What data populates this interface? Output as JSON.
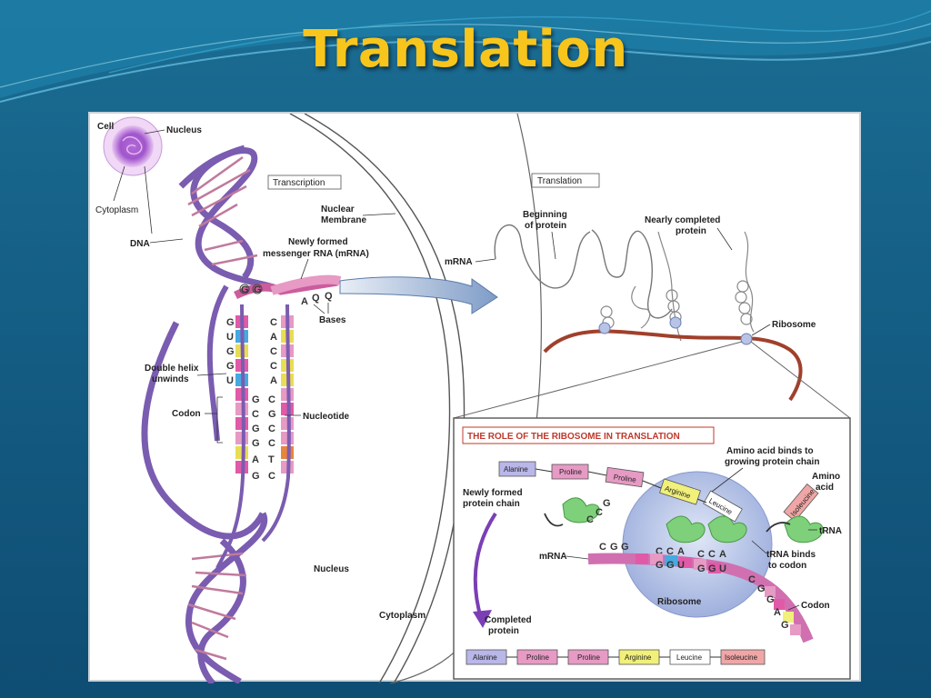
{
  "slide": {
    "title": "Translation",
    "colors": {
      "title": "#f7c51c",
      "background": "#155f86"
    }
  },
  "diagram": {
    "cell_labels": {
      "cell": "Cell",
      "nucleus": "Nucleus",
      "cytoplasm": "Cytoplasm",
      "dna": "DNA"
    },
    "transcription_box": "Transcription",
    "nuclear_membrane": [
      "Nuclear",
      "Membrane"
    ],
    "mrna_label": [
      "Newly formed",
      "messenger RNA (mRNA)"
    ],
    "bases": "Bases",
    "double_helix": [
      "Double helix",
      "unwinds"
    ],
    "codon_left": "Codon",
    "nucleotide": "Nucleotide",
    "nucleus_label": "Nucleus",
    "cytoplasm_label": "Cytoplasm",
    "left_base_letters": [
      "G",
      "U",
      "G",
      "G",
      "U",
      "G",
      "C",
      "G",
      "G",
      "A",
      "G"
    ],
    "right_base_letters": [
      "C",
      "A",
      "C",
      "C",
      "A",
      "C",
      "G",
      "C",
      "C",
      "T",
      "C"
    ],
    "top_bases_left": [
      "G",
      "G"
    ],
    "top_bases_right": [
      "A",
      "Q",
      "Q"
    ],
    "translation_box": "Translation",
    "beginning_protein": [
      "Beginning",
      "of protein"
    ],
    "nearly_completed": [
      "Nearly completed",
      "protein"
    ],
    "mrna_side": "mRNA",
    "ribosome_top": "Ribosome",
    "inset": {
      "title": "THE ROLE OF THE RIBOSOME IN TRANSLATION",
      "amino_binds": [
        "Amino acid binds to",
        "growing protein chain"
      ],
      "amino_acid": [
        "Amino",
        "acid"
      ],
      "newly_formed": [
        "Newly formed",
        "protein chain"
      ],
      "trna": "tRNA",
      "trna_binds": [
        "tRNA binds",
        "to codon"
      ],
      "mrna": "mRNA",
      "ribosome": "Ribosome",
      "codon": "Codon",
      "completed": [
        "Completed",
        "protein"
      ],
      "chain_top": [
        "Alanine",
        "Proline",
        "Proline",
        "Arginine",
        "Leucine",
        "Isoleucine"
      ],
      "chain_bottom": [
        "Alanine",
        "Proline",
        "Proline",
        "Arginine",
        "Leucine",
        "Isoleucine"
      ],
      "anticodon_1": [
        "C",
        "C",
        "A"
      ],
      "anticodon_2": [
        "C",
        "C",
        "A"
      ],
      "exit_trna": [
        "C",
        "C",
        "G"
      ],
      "mrna_letters_left": [
        "C",
        "G",
        "G"
      ],
      "mrna_letters_mid": [
        "G",
        "G",
        "U",
        "G",
        "G",
        "U"
      ],
      "mrna_letters_right": [
        "C",
        "G",
        "G",
        "A",
        "G"
      ]
    }
  }
}
